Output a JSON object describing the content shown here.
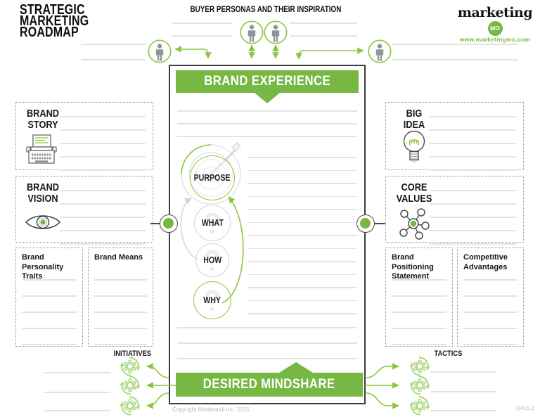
{
  "title_lines": [
    "STRATEGIC",
    "MARKETING",
    "ROADMAP"
  ],
  "personas_heading": "BUYER PERSONAS AND THEIR INSPIRATION",
  "logo": {
    "brand": "marketing",
    "badge": "MO",
    "url": "www.marketingmo.com"
  },
  "panel": {
    "top_banner": "BRAND EXPERIENCE",
    "bottom_banner": "DESIRED MINDSHARE",
    "circles": [
      {
        "label": "PURPOSE",
        "icon": "target-icon",
        "emphasis": "green"
      },
      {
        "label": "WHAT",
        "icon": "question-icon",
        "emphasis": "gray"
      },
      {
        "label": "HOW",
        "icon": "question-icon",
        "emphasis": "gray"
      },
      {
        "label": "WHY",
        "icon": "question-icon",
        "emphasis": "green"
      }
    ]
  },
  "left_column": {
    "story": {
      "title_line1": "BRAND",
      "title_line2": "STORY",
      "icon": "typewriter-icon"
    },
    "vision": {
      "title_line1": "BRAND",
      "title_line2": "VISION",
      "icon": "eye-icon"
    },
    "traits_header": "Brand Personality Traits",
    "means_header": "Brand Means"
  },
  "right_column": {
    "big_idea": {
      "title_line1": "BIG",
      "title_line2": "IDEA",
      "icon": "lightbulb-icon"
    },
    "core_values": {
      "title_line1": "CORE",
      "title_line2": "VALUES",
      "icon": "molecule-icon"
    },
    "positioning_header": "Brand Positioning Statement",
    "advantages_header": "Competitive Advantages"
  },
  "bottom": {
    "initiatives_label": "INITIATIVES",
    "tactics_label": "TACTICS"
  },
  "footer": {
    "copyright": "Copyright Moderandi Inc. 2015",
    "doc_code": "Q415.1"
  },
  "colors": {
    "green": "#76b843",
    "green_arrow": "#8cc63f",
    "green_light": "#abd77e",
    "rule_gray": "#e3e3e3",
    "border_dark": "#3c3c3c",
    "muted_text": "#b9b9b9"
  }
}
